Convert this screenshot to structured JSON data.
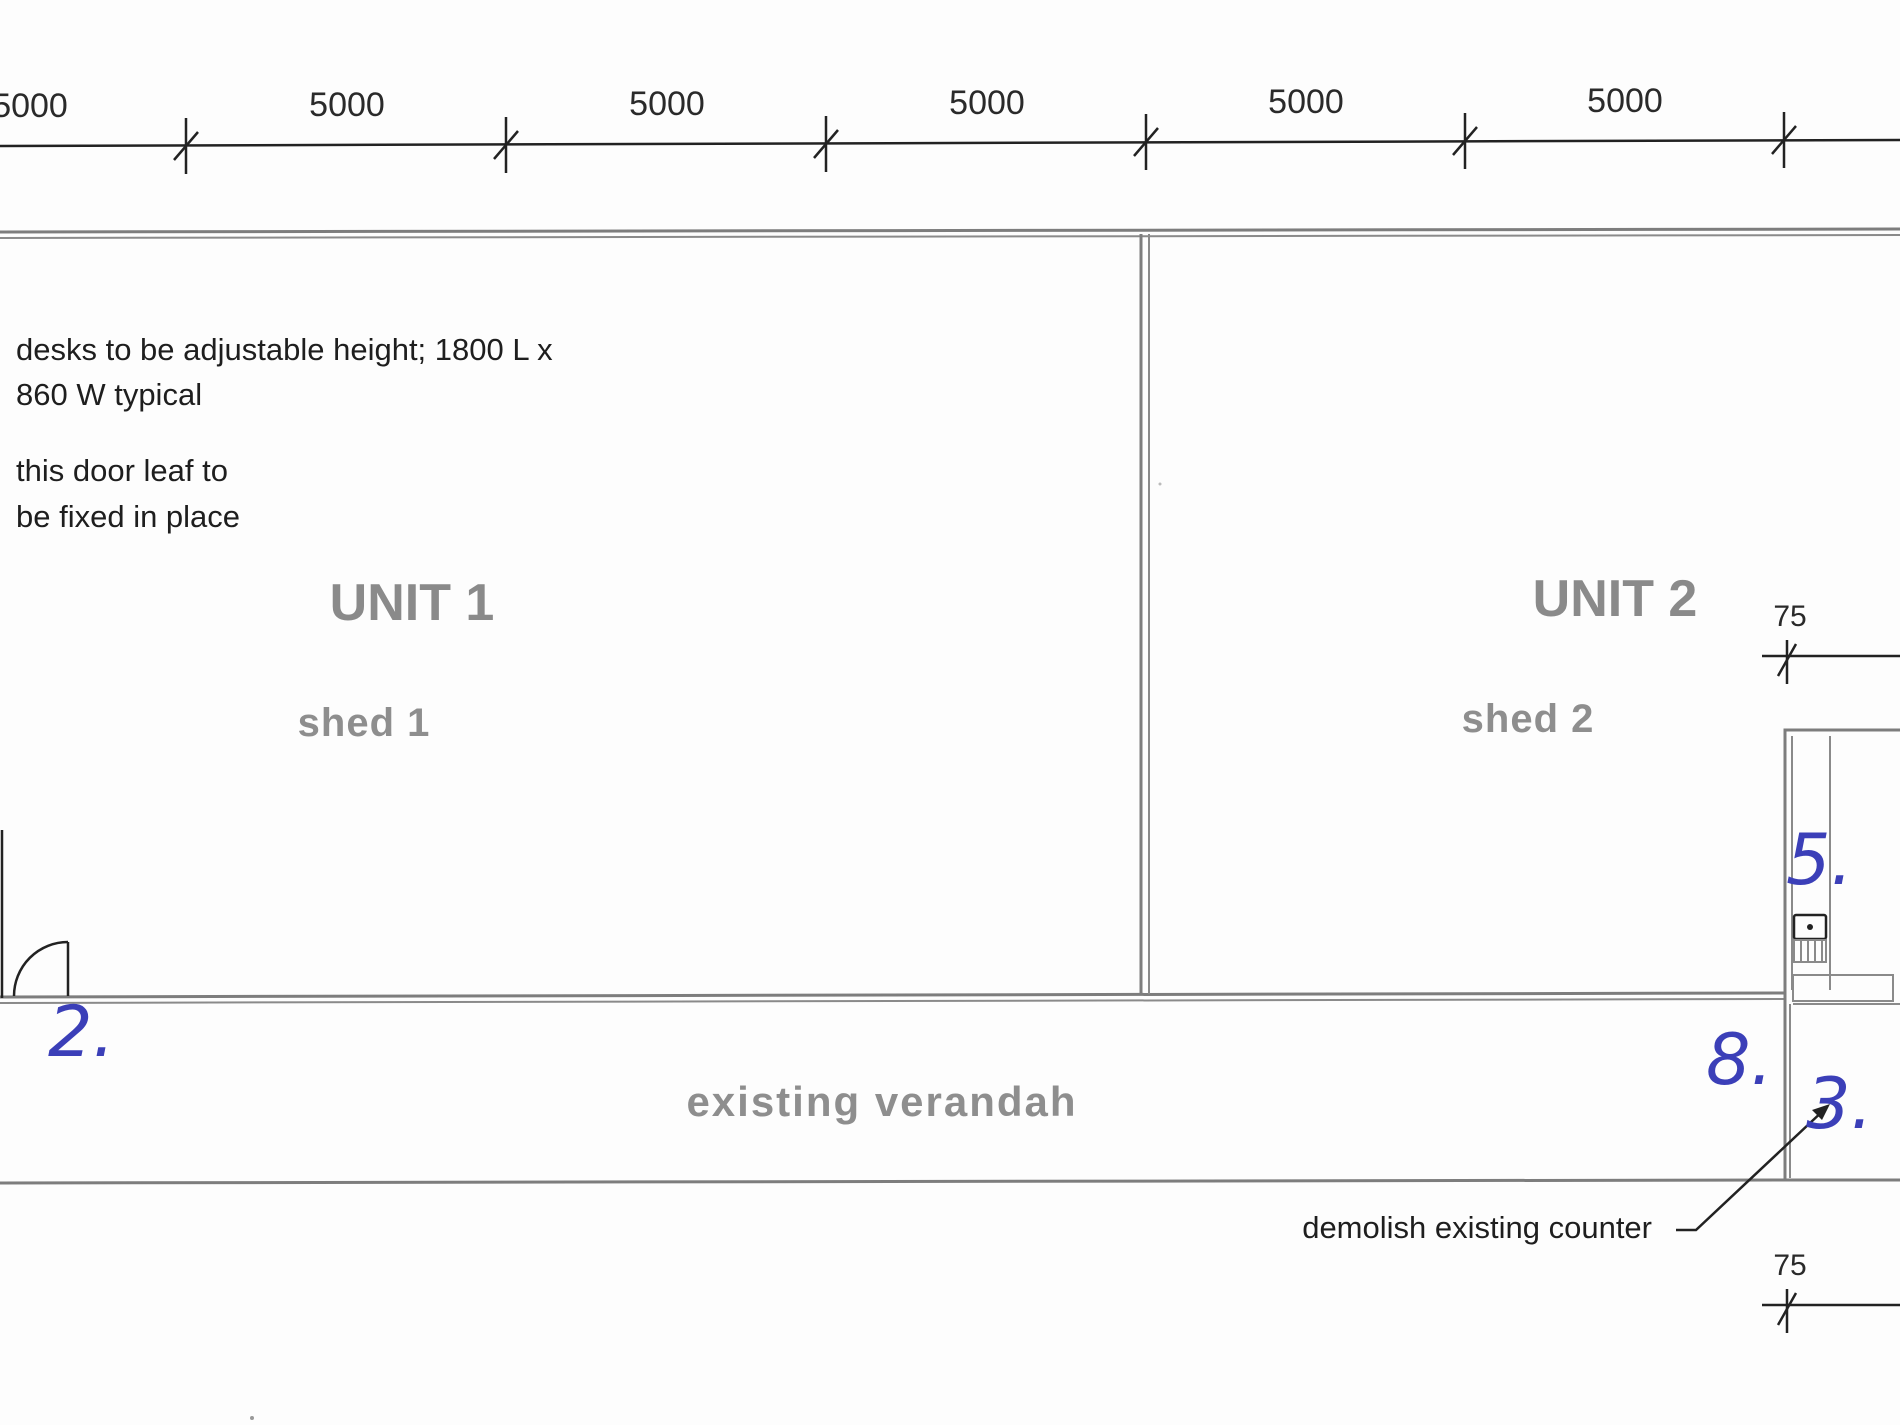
{
  "dimensions": {
    "top": [
      "5000",
      "5000",
      "5000",
      "5000",
      "5000",
      "5000"
    ],
    "right_upper": "75",
    "right_lower": "75"
  },
  "notes": {
    "desk_line1": "desks to be adjustable height; 1800 L x",
    "desk_line2": "860 W typical",
    "door_line1": "this door leaf to",
    "door_line2": "be fixed in place",
    "counter": "demolish existing counter"
  },
  "rooms": {
    "unit1": "UNIT 1",
    "shed1": "shed 1",
    "unit2": "UNIT 2",
    "shed2": "shed 2",
    "verandah": "existing verandah"
  },
  "handwritten": {
    "mark_2": "2.",
    "mark_5": "5.",
    "mark_8": "8.",
    "mark_3": "3."
  }
}
